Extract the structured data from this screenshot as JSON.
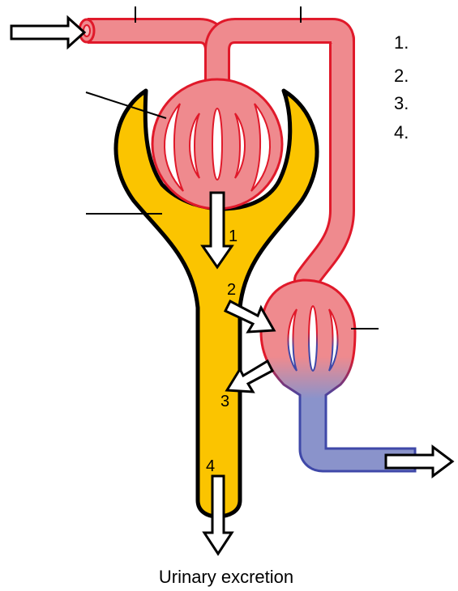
{
  "legend": {
    "items": [
      "1.",
      "2.",
      "3.",
      "4."
    ]
  },
  "arrow_labels": {
    "filtration": "1",
    "reabsorption": "2",
    "secretion": "3",
    "excretion": "4"
  },
  "caption": "Urinary excretion",
  "colors": {
    "arterial_red": "#ef8a8e",
    "vessel_outline": "#e0192a",
    "venous_blue": "#8a93cb",
    "venous_outline": "#3f48a8",
    "tubule_yellow": "#fbc400",
    "tubule_outline": "#000000",
    "arrow_fill": "#ffffff",
    "arrow_outline": "#000000"
  }
}
